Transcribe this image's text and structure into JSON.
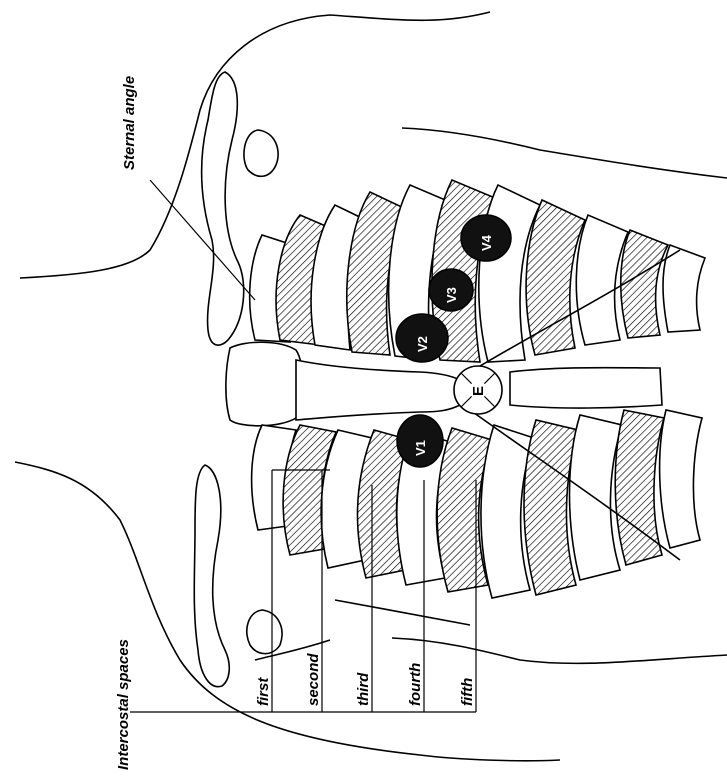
{
  "labels": {
    "sternal_angle": "Sternal angle",
    "intercostal_spaces": "Intercostal spaces"
  },
  "spaces": [
    "first",
    "second",
    "third",
    "fourth",
    "fifth"
  ],
  "electrodes": [
    "V1",
    "V2",
    "V3",
    "V4"
  ],
  "reference": "E"
}
